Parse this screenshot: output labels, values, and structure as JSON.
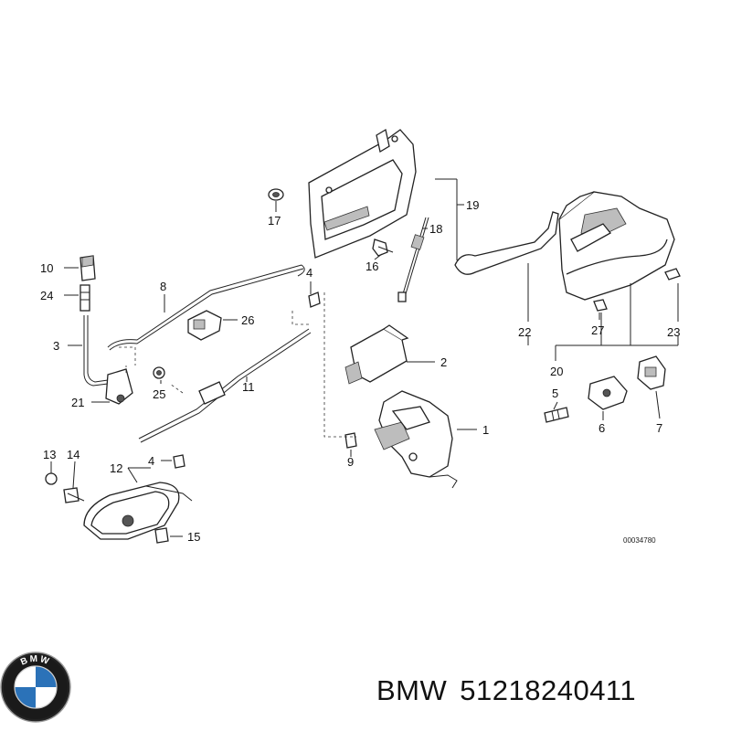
{
  "diagram": {
    "callouts": [
      "1",
      "2",
      "3",
      "4",
      "4",
      "5",
      "6",
      "7",
      "8",
      "9",
      "10",
      "11",
      "12",
      "13",
      "14",
      "15",
      "16",
      "17",
      "18",
      "19",
      "20",
      "21",
      "22",
      "23",
      "24",
      "25",
      "26",
      "27"
    ],
    "reference_number": "00034780"
  },
  "brand": {
    "logo_text": "BMW",
    "manufacturer": "BMW",
    "part_number": "51218240411"
  }
}
